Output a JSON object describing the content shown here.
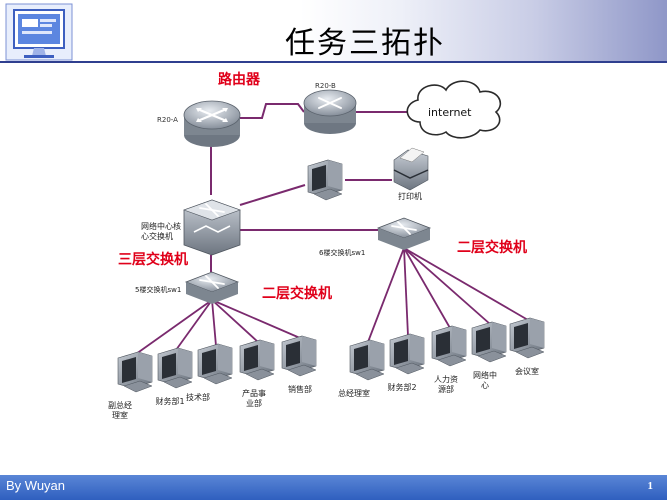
{
  "slide": {
    "title": "任务三拓扑",
    "author": "By Wuyan",
    "page_number": "1"
  },
  "diagram": {
    "router_a_label": "R20-A",
    "router_b_label": "R20-B",
    "internet_label": "internet",
    "printer_label": "打印机",
    "core_switch_label_line1": "网络中心核",
    "core_switch_label_line2": "心交换机",
    "switch5_label": "5楼交换机sw1",
    "switch6_label": "6楼交换机sw1",
    "annotation_router": "路由器",
    "annotation_l3": "三层交换机",
    "annotation_l2_left": "二层交换机",
    "annotation_l2_right": "二层交换机",
    "pcs_left": [
      {
        "line1": "副总经",
        "line2": "理室"
      },
      {
        "line1": "财务部1",
        "line2": ""
      },
      {
        "line1": "技术部",
        "line2": ""
      },
      {
        "line1": "产品事",
        "line2": "业部"
      },
      {
        "line1": "销售部",
        "line2": ""
      }
    ],
    "pcs_right": [
      {
        "line1": "总经理室",
        "line2": ""
      },
      {
        "line1": "财务部2",
        "line2": ""
      },
      {
        "line1": "人力资",
        "line2": "源部"
      },
      {
        "line1": "网络中",
        "line2": "心"
      },
      {
        "line1": "会议室",
        "line2": ""
      }
    ]
  },
  "colors": {
    "link": "#7a2a6e",
    "annotation": "#e0001a",
    "device": "#9aa2ae"
  }
}
